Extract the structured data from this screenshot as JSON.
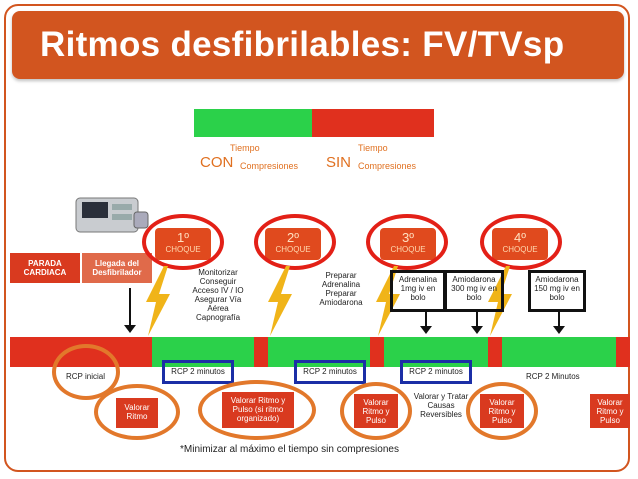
{
  "title": "Ritmos desfibrilables: FV/TVsp",
  "legend": {
    "con_top": "Tiempo",
    "con_big": "CON",
    "con_small": "Compresiones",
    "sin_top": "Tiempo",
    "sin_big": "SIN",
    "sin_small": "Compresiones"
  },
  "left_box": {
    "line1": "PARADA",
    "line2": "CARDIACA"
  },
  "arrival_box": {
    "line1": "Llegada del",
    "line2": "Desfibrilador"
  },
  "shocks": [
    {
      "num": "1º",
      "label": "CHOQUE"
    },
    {
      "num": "2º",
      "label": "CHOQUE"
    },
    {
      "num": "3º",
      "label": "CHOQUE"
    },
    {
      "num": "4º",
      "label": "CHOQUE"
    }
  ],
  "step1": [
    "Monitorizar",
    "Conseguir",
    "Acceso IV / IO",
    "Asegurar Vía",
    "Aérea",
    "Capnografía"
  ],
  "step2": [
    "Preparar",
    "Adrenalina",
    "",
    "Preparar",
    "Amiodarona"
  ],
  "drug1": [
    "Adrenalina",
    "1mg iv en",
    "bolo"
  ],
  "drug2": [
    "Amiodarona",
    "300 mg iv en",
    "bolo"
  ],
  "drug3": [
    "Amiodarona",
    "150 mg iv en",
    "bolo"
  ],
  "rcp": {
    "initial": "RCP inicial",
    "b1": "RCP 2 minutos",
    "b2": "RCP 2 minutos",
    "b3": "RCP 2 minutos",
    "last": "RCP 2 Minutos"
  },
  "eval": {
    "e1": [
      "Valorar",
      "Ritmo"
    ],
    "e2": [
      "Valorar Ritmo y",
      "Pulso (si ritmo",
      "organizado)"
    ],
    "e3": [
      "Valorar",
      "Ritmo y",
      "Pulso"
    ],
    "e4": [
      "Valorar y Tratar",
      "Causas",
      "Reversibles"
    ],
    "e5": [
      "Valorar",
      "Ritmo y",
      "Pulso"
    ],
    "e6": [
      "Valorar",
      "Ritmo y",
      "Pulso"
    ]
  },
  "footnote": "*Minimizar al máximo el tiempo sin compresiones",
  "colors": {
    "accent": "#d2551f",
    "green": "#2bd14a",
    "red": "#e0301e",
    "blue": "#1b2ea6"
  }
}
